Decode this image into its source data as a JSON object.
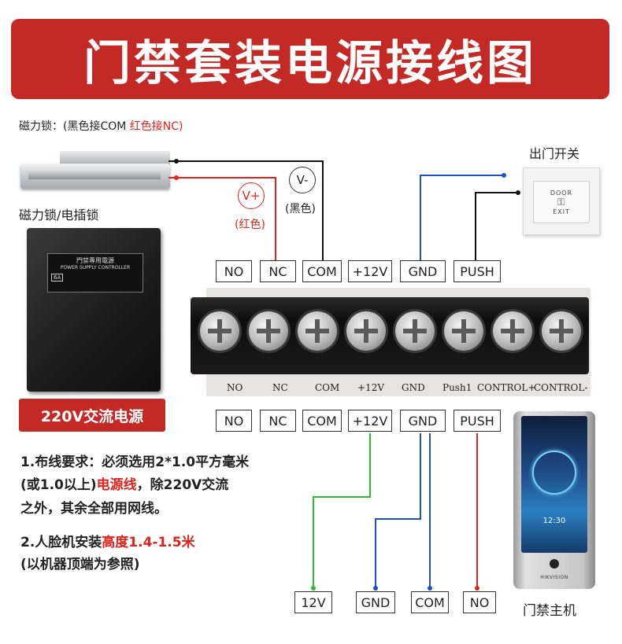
{
  "title": "门禁套装电源接线图",
  "lock_note": {
    "prefix": "磁力锁：(黑色接COM ",
    "red": "红色接NC)"
  },
  "lock_label": "磁力锁/电插锁",
  "v_plus": {
    "symbol": "V+",
    "label": "(红色)"
  },
  "v_minus": {
    "symbol": "V-",
    "label": "(黑色)"
  },
  "exit_button_label": "出门开关",
  "exit_button_face": {
    "line1": "DOOR",
    "line2": "EXIT"
  },
  "top_terminals": [
    "NO",
    "NC",
    "COM",
    "+12V",
    "GND",
    "PUSH"
  ],
  "bottom_terminals": [
    "NO",
    "NC",
    "COM",
    "+12V",
    "GND",
    "PUSH"
  ],
  "pcb_labels": [
    "NO",
    "NC",
    "COM",
    "+12V",
    "GND",
    "Push1",
    "CONTROL+",
    "CONTROL-"
  ],
  "psu": {
    "plate_title": "門禁專用電源",
    "plate_subtitle": "POWER SUPPLY CONTROLLER",
    "plate_badge": "6A",
    "tag": "220V交流电源"
  },
  "notes": {
    "line1": "1.布线要求：必须选用2*1.0平方毫米",
    "line2_prefix": "(或1.0以上)",
    "line2_red": "电源线",
    "line2_suffix": "，除220V交流",
    "line3": "之外，其余全部用网线。",
    "line4_prefix": "2.人脸机安装",
    "line4_red": "高度1.4-1.5米",
    "line5": "(以机器顶端为参照)"
  },
  "controller_terminals": [
    "12V",
    "GND",
    "COM",
    "NO"
  ],
  "face_terminal": {
    "label": "门禁主机",
    "time": "12:30",
    "brand": "HIKVISION"
  },
  "colors": {
    "banner": "#c32a25",
    "red_wire": "#e0231c",
    "black_wire": "#111111",
    "blue_wire": "#1f4fd1",
    "green_wire": "#2bbf2b"
  }
}
